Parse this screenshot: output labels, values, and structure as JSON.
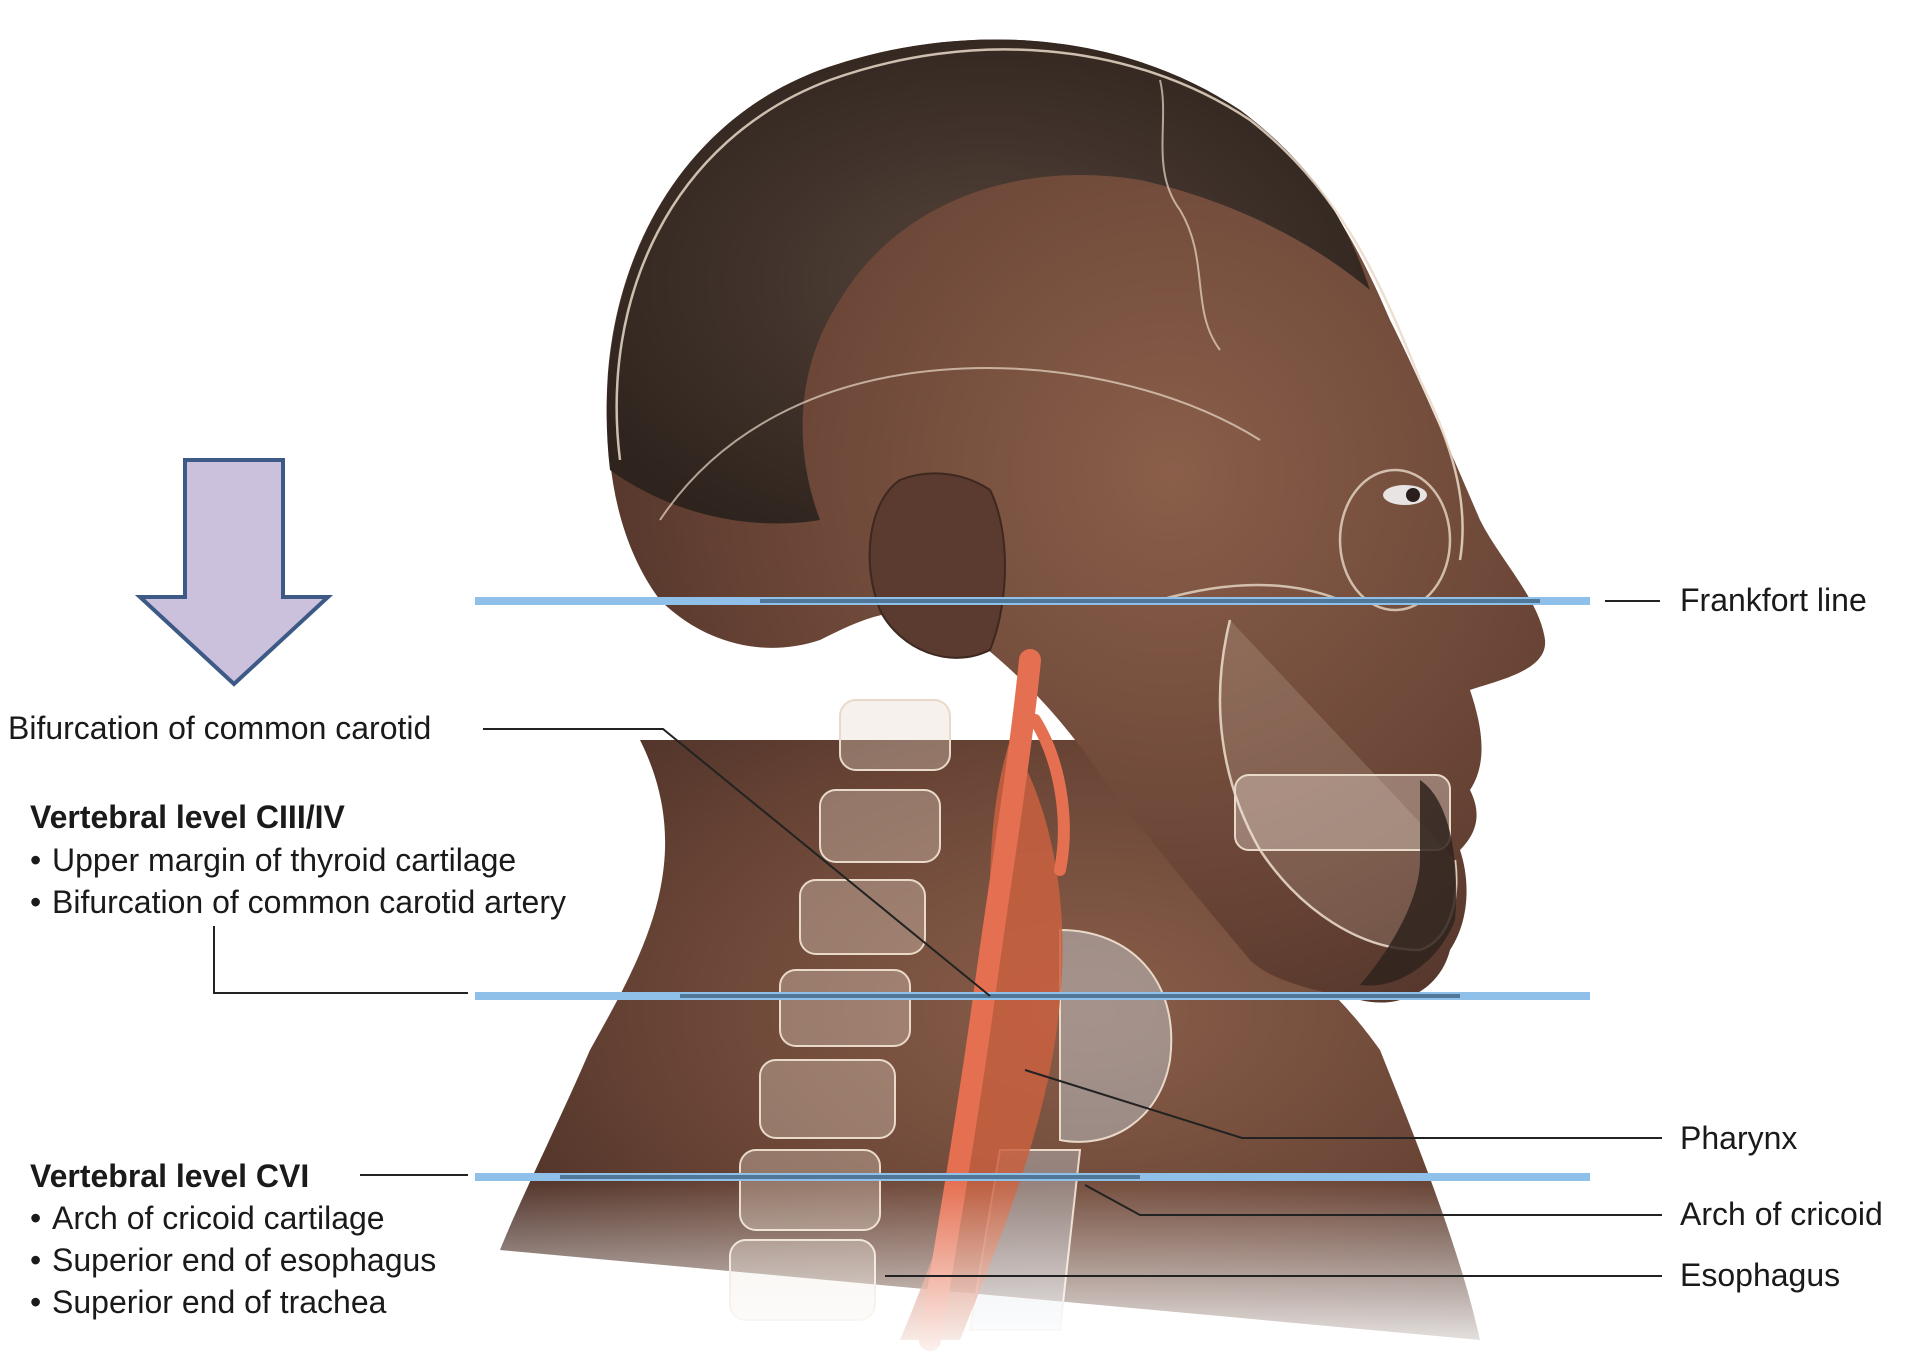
{
  "left_labels": {
    "bifurcation": "Bifurcation of common carotid",
    "level_c3_4": {
      "title": "Vertebral level CIII/IV",
      "items": [
        "Upper margin of thyroid cartilage",
        "Bifurcation of common carotid artery"
      ]
    },
    "level_c6": {
      "title": "Vertebral level CVI",
      "items": [
        "Arch of cricoid cartilage",
        "Superior end of esophagus",
        "Superior end of trachea"
      ]
    }
  },
  "right_labels": {
    "frankfort": "Frankfort line",
    "pharynx": "Pharynx",
    "arch_cricoid": "Arch of cricoid",
    "esophagus": "Esophagus"
  },
  "colors": {
    "reference_line": "#8ec0ea",
    "arrow_fill": "#cbc1dc",
    "arrow_stroke": "#3d5a86",
    "skin": "#6b4a3c",
    "hair": "#3a2c25",
    "artery": "#d9654a",
    "leader": "#222222"
  },
  "icons": {
    "arrow": "down-arrow-icon"
  }
}
